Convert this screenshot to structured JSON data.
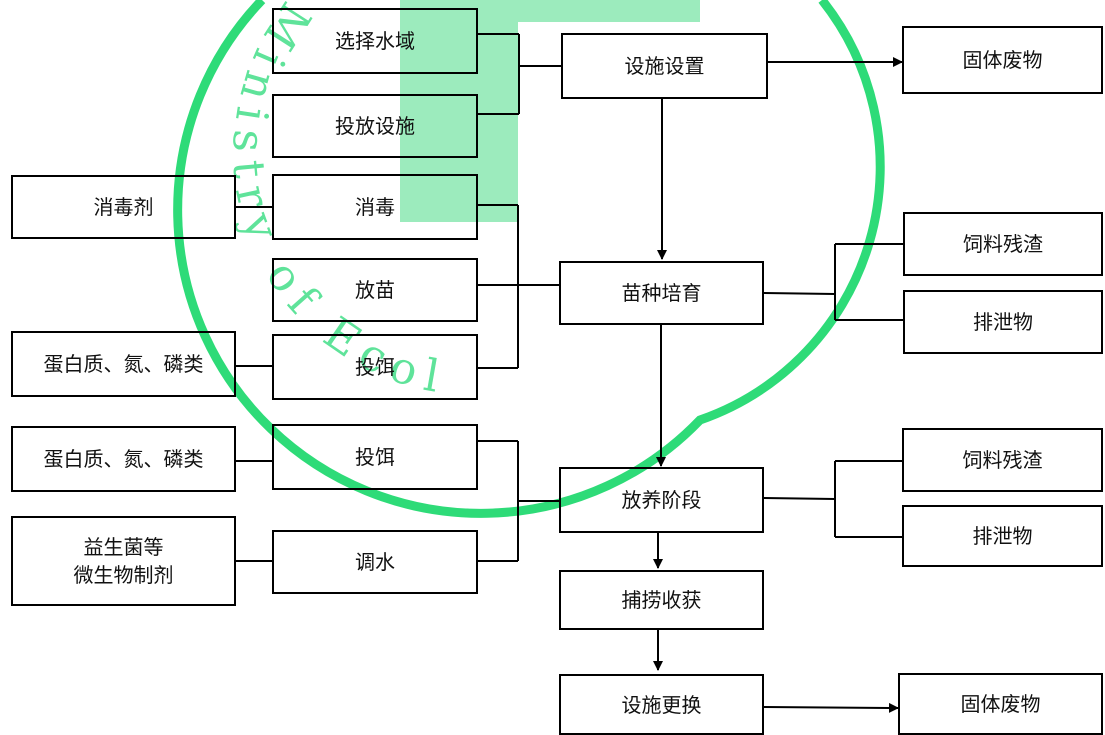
{
  "watermark": {
    "color": "#2edb78",
    "arc_text": "Ministry of Ecol"
  },
  "nodes": {
    "xuanze_shuiyu": "选择水域",
    "toufang_sheshi": "投放设施",
    "sheshi_shezhi": "设施设置",
    "guti_feiwu_top": "固体废物",
    "xiaoduji": "消毒剂",
    "xiaodu": "消毒",
    "fangmiao": "放苗",
    "danbai_1": "蛋白质、氮、磷类",
    "touer_1": "投饵",
    "miaozhong_peiyu": "苗种培育",
    "siliao_canzha_1": "饲料残渣",
    "paixiewu_1": "排泄物",
    "danbai_2": "蛋白质、氮、磷类",
    "touer_2": "投饵",
    "yishengjun": "益生菌等\n微生物制剂",
    "tiaoshui": "调水",
    "fangyang_jieduan": "放养阶段",
    "siliao_canzha_2": "饲料残渣",
    "paixiewu_2": "排泄物",
    "bulao_shouhuo": "捕捞收获",
    "sheshi_genghuan": "设施更换",
    "guti_feiwu_bottom": "固体废物"
  }
}
